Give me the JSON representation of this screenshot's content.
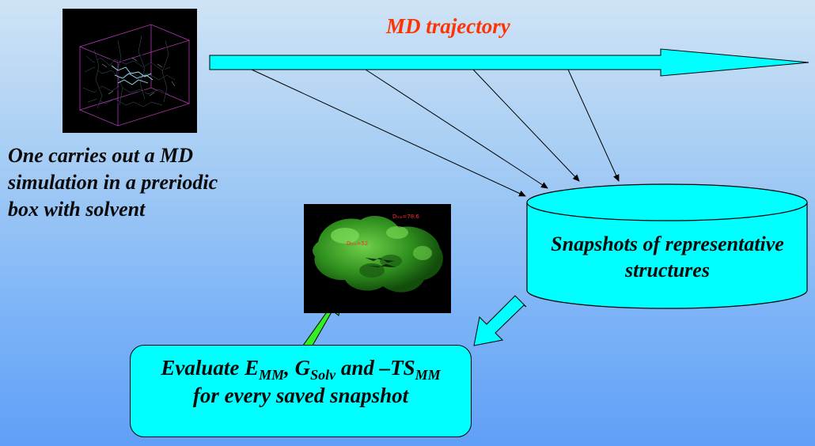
{
  "md_trajectory": "MD trajectory",
  "caption_left": [
    "One carries out a MD",
    "simulation in a preriodic",
    "box with solvent"
  ],
  "snapshots": [
    "Snapshots of representative",
    "structures"
  ],
  "evaluate": {
    "prefix": "Evaluate E",
    "sub1": "MM",
    "mid1": ", G",
    "sub2": "Solv",
    "mid2": " and –TS",
    "sub3": "MM",
    "line2": "for every saved snapshot"
  },
  "protein_labels": [
    "Dₘₐ=78.6",
    "Dₘₐ=52"
  ],
  "colors": {
    "cyan": "#00ffff",
    "title_red": "#ff3300",
    "green_arrow": "#33ee22"
  }
}
